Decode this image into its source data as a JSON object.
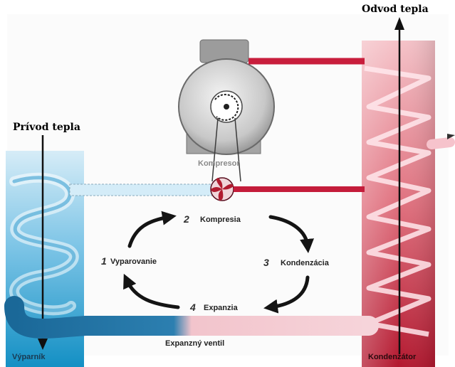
{
  "labels": {
    "heat_in": "Prívod tepla",
    "heat_out": "Odvod tepla",
    "evaporator": "Výparník",
    "condenser": "Kondenzátor",
    "compressor": "Kompresor",
    "expansion_valve": "Expanzný ventil"
  },
  "steps": [
    {
      "number": "1",
      "label": "Vyparovanie"
    },
    {
      "number": "2",
      "label": "Kompresia"
    },
    {
      "number": "3",
      "label": "Kondenzácia"
    },
    {
      "number": "4",
      "label": "Expanzia"
    }
  ],
  "colors": {
    "evaporator_top": "#cfe8f5",
    "evaporator_bottom": "#1496c8",
    "condenser_top": "#f6c6cc",
    "condenser_bottom": "#b01830",
    "cold_pipe": "#1e6e9e",
    "hot_pipe": "#c81e3c",
    "warm_pipe": "#f4b8c2",
    "compressor_body": "#a8a8a8"
  }
}
